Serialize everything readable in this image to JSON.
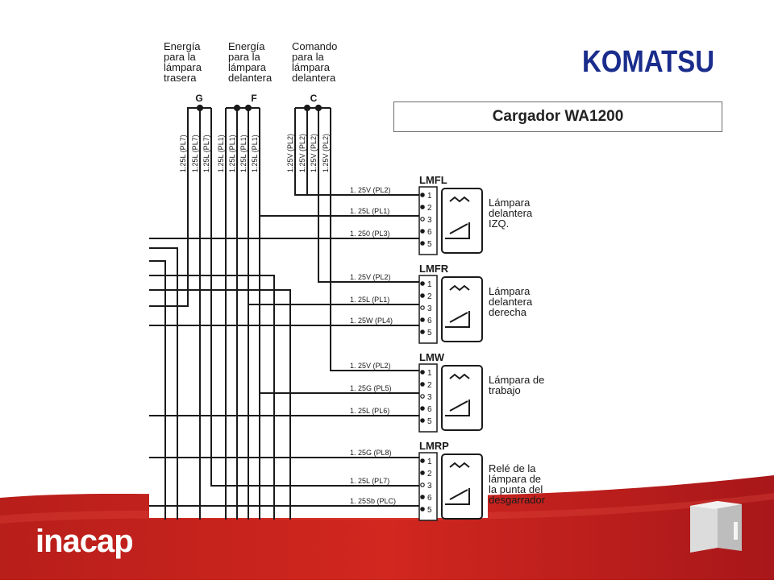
{
  "header": {
    "title": "Cargador WA1200",
    "brand_logo": "KOMATSU"
  },
  "footer": {
    "logo_text": "inacap"
  },
  "colors": {
    "brand_blue": "#1a2d8c",
    "footer_red": "#c0201c",
    "line_black": "#1a1a1a"
  },
  "diagram": {
    "sources": [
      {
        "id": "G",
        "label": [
          "Energía",
          "para la",
          "lámpara",
          "trasera"
        ],
        "letter": "G",
        "wires": [
          "1.25L (PL7)",
          "1.25L (PL7)",
          "1.25L (PL7)"
        ]
      },
      {
        "id": "F",
        "label": [
          "Energía",
          "para la",
          "lámpara",
          "delantera"
        ],
        "letter": "F",
        "wires": [
          "1.25L (PL1)",
          "1.25L (PL1)",
          "1.25L (PL1)",
          "1.25L (PL1)"
        ]
      },
      {
        "id": "C",
        "label": [
          "Comando",
          "para la",
          "lámpara",
          "delantera"
        ],
        "letter": "C",
        "wires": [
          "1.25V (PL2)",
          "1.25V (PL2)",
          "1.25V (PL2)",
          "1.25V (PL2)"
        ]
      }
    ],
    "relays": [
      {
        "name": "LMFL",
        "desc": [
          "Lámpara",
          "delantera",
          "IZQ."
        ],
        "wires": [
          "1. 25V  (PL2)",
          "1. 25L  (PL1)",
          "1. 250  (PL3)"
        ]
      },
      {
        "name": "LMFR",
        "desc": [
          "Lámpara",
          "delantera",
          "derecha"
        ],
        "wires": [
          "1. 25V  (PL2)",
          "1. 25L  (PL1)",
          "1. 25W  (PL4)"
        ]
      },
      {
        "name": "LMW",
        "desc": [
          "Lámpara de",
          "trabajo"
        ],
        "wires": [
          "1. 25V  (PL2)",
          "1. 25G  (PL5)",
          "1. 25L  (PL6)"
        ]
      },
      {
        "name": "LMRP",
        "desc": [
          "Relé de la",
          "lámpara de",
          "la punta  del",
          "desgarrador"
        ],
        "wires": [
          "1. 25G  (PL8)",
          "1. 25L  (PL7)",
          "1. 25Sb (PLC)"
        ]
      }
    ],
    "pins": [
      "1",
      "2",
      "3",
      "6",
      "5"
    ]
  }
}
